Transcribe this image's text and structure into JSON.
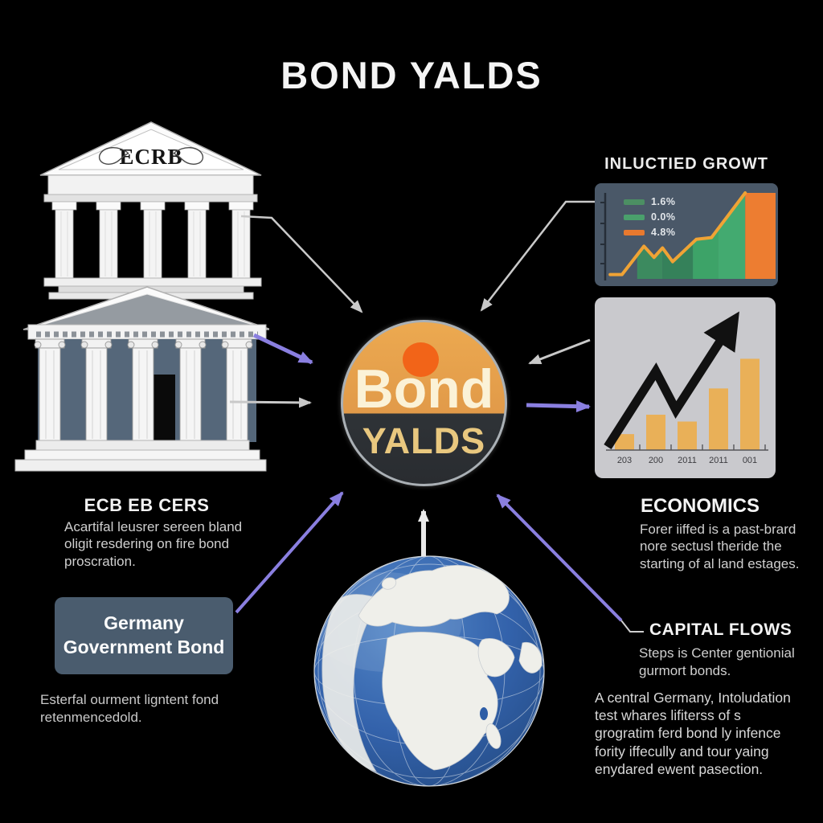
{
  "title": "BOND YALDS",
  "building": {
    "pediment_label": "ECRB"
  },
  "center_badge": {
    "line1": "Bond",
    "line2": "YALDS"
  },
  "sections": {
    "ecb": {
      "heading": "ECB EB CERS",
      "body": "Acartifal leusrer sereen bland oligit resdering on fire bond proscration."
    },
    "germany_box": {
      "label": "Germany Government Bond"
    },
    "germany_note": "Esterfal ourment ligntent fond retenmencedold.",
    "economics": {
      "heading": "ECONOMICS",
      "body": "Forer iiffed is a past-brard nore sectusl theride the starting of al land estages."
    },
    "capital_flows": {
      "heading": "CAPITAL FLOWS",
      "body": "Steps is Center gentionial gurmort bonds."
    },
    "bottom_right_note": "A central Germany, Intoludation test whares lifiterss of s grogratim ferd bond ly infence fority iffecully and tour yaing enydared ewent pasection."
  },
  "colors": {
    "background": "#000000",
    "accent_purple": "#8a7fe0",
    "arrow_gray": "#c9c9c9",
    "badge_orange": "#e49d4d",
    "badge_dark": "#2f3337",
    "badge_dot": "#f26418",
    "panel_slate": "#4a5868",
    "panel_light": "#c9c9cd",
    "germany_box": "#4a5c6e",
    "globe_ocean": "#3362ab",
    "globe_land": "#efefea"
  },
  "chart_data": [
    {
      "type": "area",
      "title": "INLUCTIED GROWT",
      "legend": [
        {
          "label": "1.6%",
          "color": "#4c8f63"
        },
        {
          "label": "0.0%",
          "color": "#4aa06c"
        },
        {
          "label": "4.8%",
          "color": "#e8792e"
        }
      ],
      "line": {
        "color": "#f0a335",
        "points_x": [
          0.02,
          0.09,
          0.22,
          0.28,
          0.33,
          0.39,
          0.53,
          0.62,
          0.82
        ],
        "points_y": [
          0.05,
          0.05,
          0.38,
          0.25,
          0.36,
          0.2,
          0.46,
          0.48,
          1.0
        ]
      },
      "area_segments": [
        {
          "x0": 0.18,
          "x1": 0.33,
          "color": "#3c8a5f"
        },
        {
          "x0": 0.33,
          "x1": 0.51,
          "color": "#35815a"
        },
        {
          "x0": 0.51,
          "x1": 0.66,
          "color": "#3da368"
        },
        {
          "x0": 0.66,
          "x1": 0.82,
          "color": "#43aa70"
        }
      ],
      "bar": {
        "x0": 0.82,
        "x1": 1.0,
        "height": 1.0,
        "color": "#ed7d31"
      },
      "axis": {
        "y_ticks": 4,
        "grid": false,
        "legend_position": "top-left"
      }
    },
    {
      "type": "bar",
      "categories": [
        "203",
        "200",
        "2011",
        "2011",
        "001"
      ],
      "values": [
        14,
        31,
        25,
        54,
        80
      ],
      "bar_color": "#e9b058",
      "label_color": "#3c3c40",
      "note": "relative bar heights (unlabeled y-axis); black rising zigzag trend arrow overlay"
    }
  ]
}
